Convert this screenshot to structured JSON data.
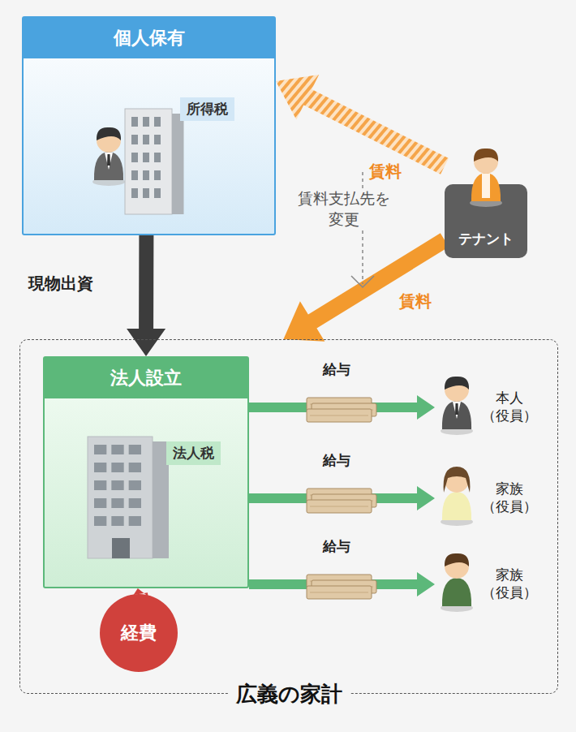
{
  "diagram": {
    "nodes": [
      {
        "text": [
          "個人保有",
          "所得税"
        ]
      },
      {
        "text": [
          "テナント"
        ]
      },
      {
        "text": [
          "広義の家計"
        ]
      },
      {
        "text": [
          "法人設立",
          "法人税"
        ],
        "in": 2
      },
      {
        "text": [
          "経費"
        ],
        "in": 2
      },
      {
        "text": [
          "本人 （役員）"
        ],
        "in": 2
      },
      {
        "text": [
          "家族 （役員）"
        ],
        "in": 2
      },
      {
        "text": [
          "家族 （役員）"
        ],
        "in": 2
      }
    ],
    "edges": [
      {
        "from": 1,
        "to": 0,
        "label": "賃料",
        "arrow": "to"
      },
      {
        "from": 1,
        "to": 2,
        "label": "賃料",
        "arrow": "to"
      },
      {
        "from": 0,
        "to": 3,
        "label": "現物出資",
        "arrow": "to"
      },
      {
        "from": 4,
        "to": 3,
        "arrow": "to"
      },
      {
        "from": 3,
        "to": 5,
        "label": "給与",
        "arrow": "to"
      },
      {
        "from": 3,
        "to": 6,
        "label": "給与",
        "arrow": "to"
      },
      {
        "from": 3,
        "to": 7,
        "label": "給与",
        "arrow": "to"
      }
    ],
    "labels": [
      "賃料支払先を 変更"
    ]
  }
}
